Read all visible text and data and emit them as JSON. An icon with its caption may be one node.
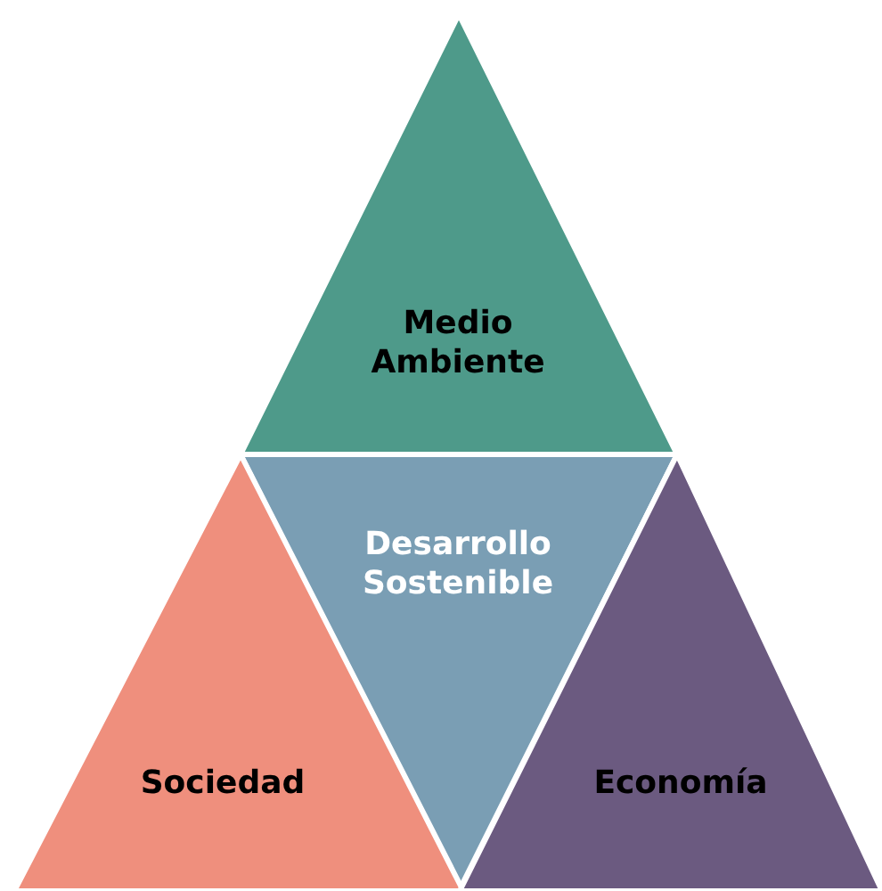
{
  "diagram": {
    "nodes": [
      {
        "text": [
          "Medio Ambiente"
        ]
      },
      {
        "text": [
          "Desarrollo Sostenible"
        ]
      },
      {
        "text": [
          "Sociedad"
        ]
      },
      {
        "text": [
          "Economía"
        ]
      }
    ]
  }
}
